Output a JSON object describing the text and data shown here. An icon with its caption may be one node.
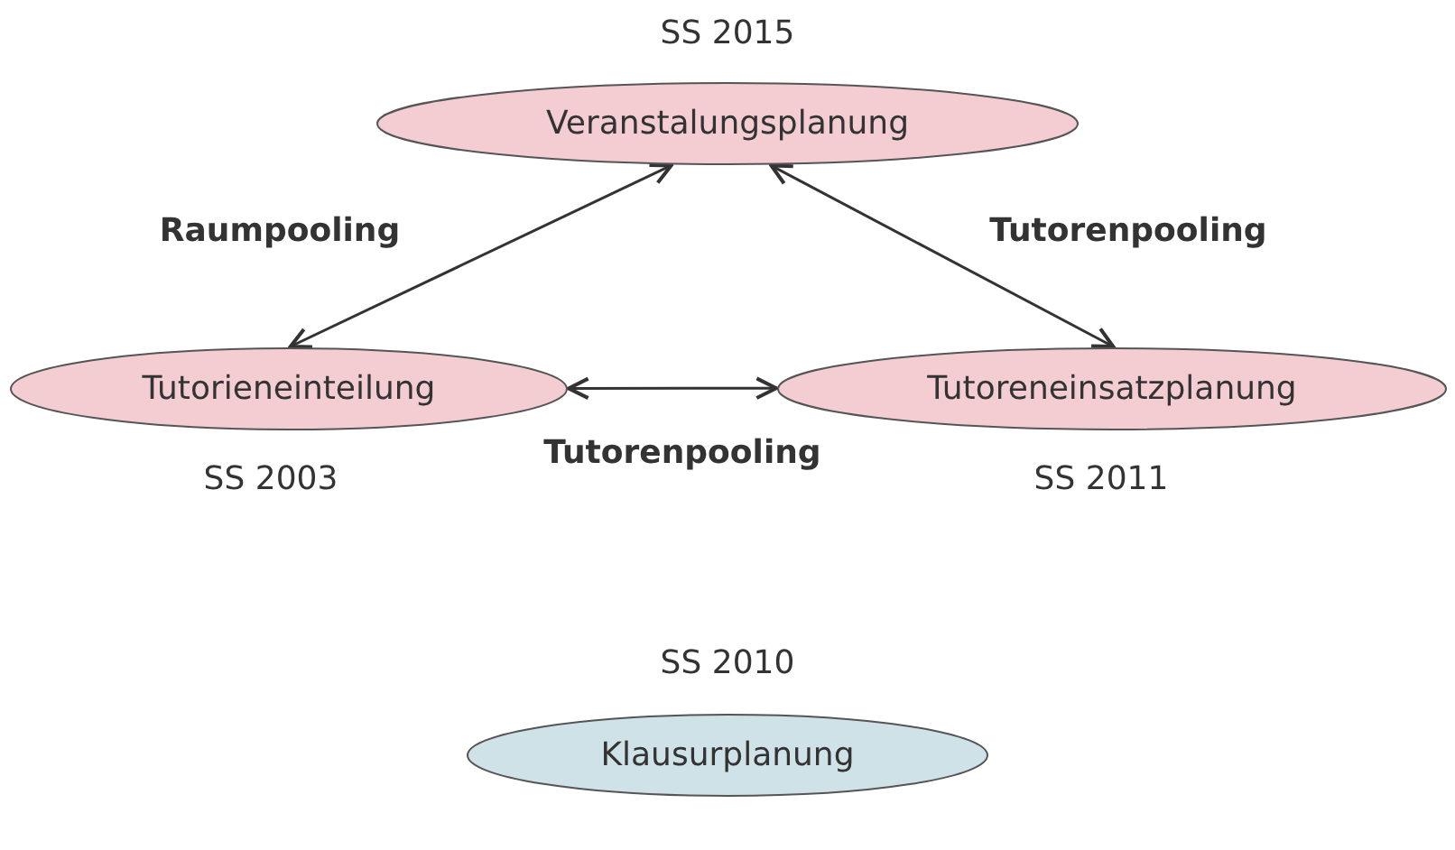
{
  "diagram": {
    "nodes": [
      {
        "text": [
          "Veranstalungsplanung"
        ],
        "beside": [
          "SS 2015"
        ]
      },
      {
        "text": [
          "Tutorieneinteilung"
        ],
        "beside": [
          "SS 2003"
        ]
      },
      {
        "text": [
          "Tutoreneinsatzplanung"
        ],
        "beside": [
          "SS 2011"
        ]
      },
      {
        "text": [
          "Klausurplanung"
        ],
        "beside": [
          "SS 2010"
        ]
      }
    ],
    "edges": [
      {
        "from": 0,
        "to": 1,
        "arrow": "both",
        "label": "Raumpooling"
      },
      {
        "from": 0,
        "to": 2,
        "arrow": "both",
        "label": "Tutorenpooling"
      },
      {
        "from": 1,
        "to": 2,
        "arrow": "both",
        "label": "Tutorenpooling"
      }
    ]
  }
}
